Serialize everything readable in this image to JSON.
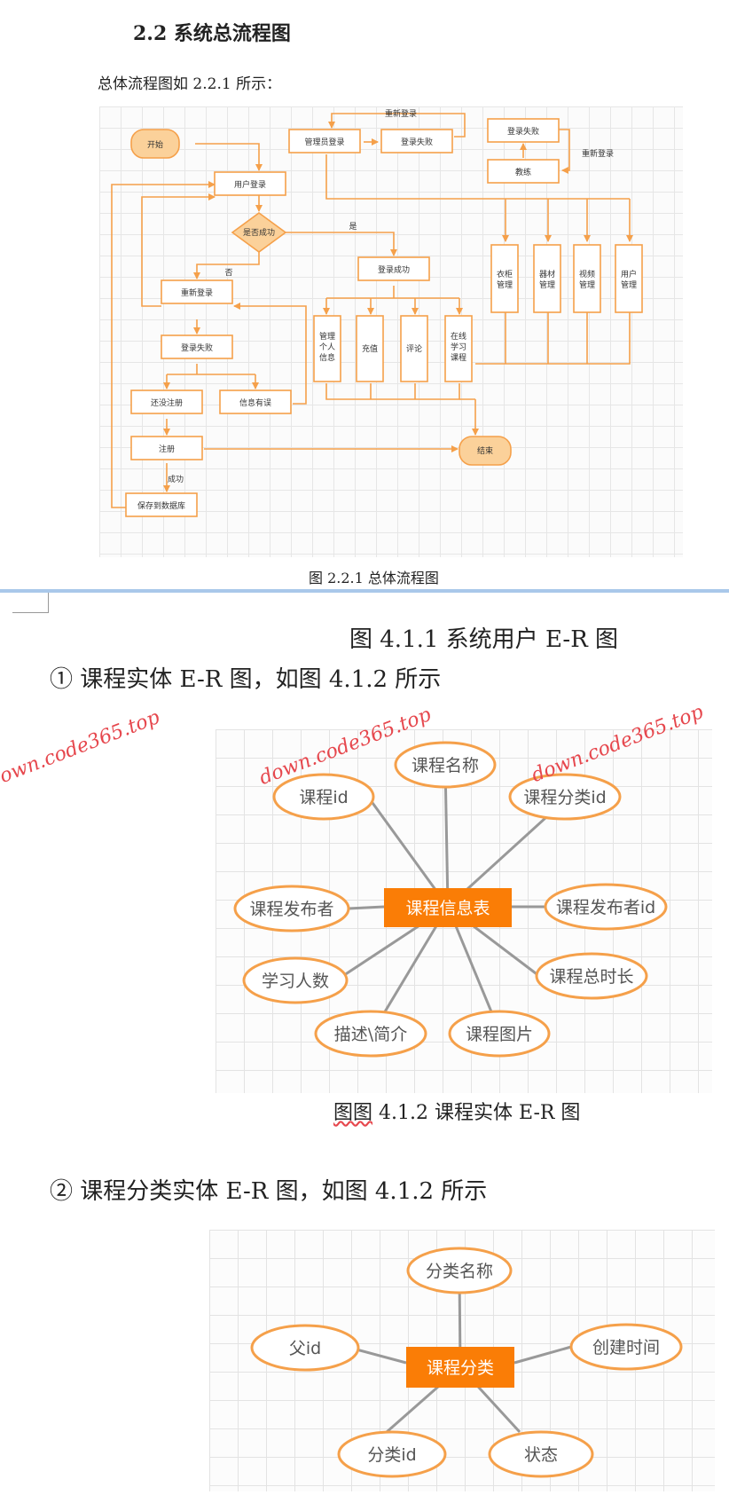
{
  "section": {
    "heading": "2.2  系统总流程图",
    "intro": "总体流程图如 2.2.1 所示：",
    "caption": "图 2.2.1 总体流程图"
  },
  "flowchart": {
    "start": "开始",
    "user_login": "用户登录",
    "decision": "是否成功",
    "yes": "是",
    "no": "否",
    "relogin_loop": "重新登录",
    "login_fail": "登录失败",
    "not_registered": "还没注册",
    "info_error": "信息有误",
    "register": "注册",
    "success": "成功",
    "save_db": "保存到数据库",
    "login_success": "登录成功",
    "manage_info": [
      "管理",
      "个人",
      "信息"
    ],
    "recharge": "充值",
    "comment": "评论",
    "online_course": [
      "在线",
      "学习",
      "课程"
    ],
    "end": "结束",
    "admin_login": "管理员登录",
    "admin_relogin": "重新登录",
    "admin_fail": "登录失败",
    "coach_fail": "登录失败",
    "coach_relogin": "重新登录",
    "coach": "教练",
    "wardrobe": [
      "衣柜",
      "管理"
    ],
    "equipment": [
      "器材",
      "管理"
    ],
    "video": [
      "视频",
      "管理"
    ],
    "user_mgmt": [
      "用户",
      "管理"
    ]
  },
  "page2": {
    "caption_user": "图 4.1.1 系统用户 E-R 图",
    "item1": "① 课程实体 E-R 图，如图 4.1.2 所示",
    "caption_course_prefix": "图图",
    "caption_course": " 4.1.2 课程实体 E-R 图",
    "item2": "② 课程分类实体 E-R 图，如图 4.1.2 所示"
  },
  "watermark": "down.code365.top",
  "er_course": {
    "center": "课程信息表",
    "attrs": [
      "课程名称",
      "课程id",
      "课程分类id",
      "课程发布者",
      "课程发布者id",
      "学习人数",
      "课程总时长",
      "描述\\简介",
      "课程图片"
    ]
  },
  "er_category": {
    "center": "课程分类",
    "attrs": [
      "分类名称",
      "父id",
      "创建时间",
      "分类id",
      "状态"
    ]
  },
  "colors": {
    "orange": "#f5a04a",
    "orange_fill": "#fbd19a",
    "entity_orange": "#fa7d06",
    "line": "#999999",
    "watermark": "#e6474d"
  }
}
